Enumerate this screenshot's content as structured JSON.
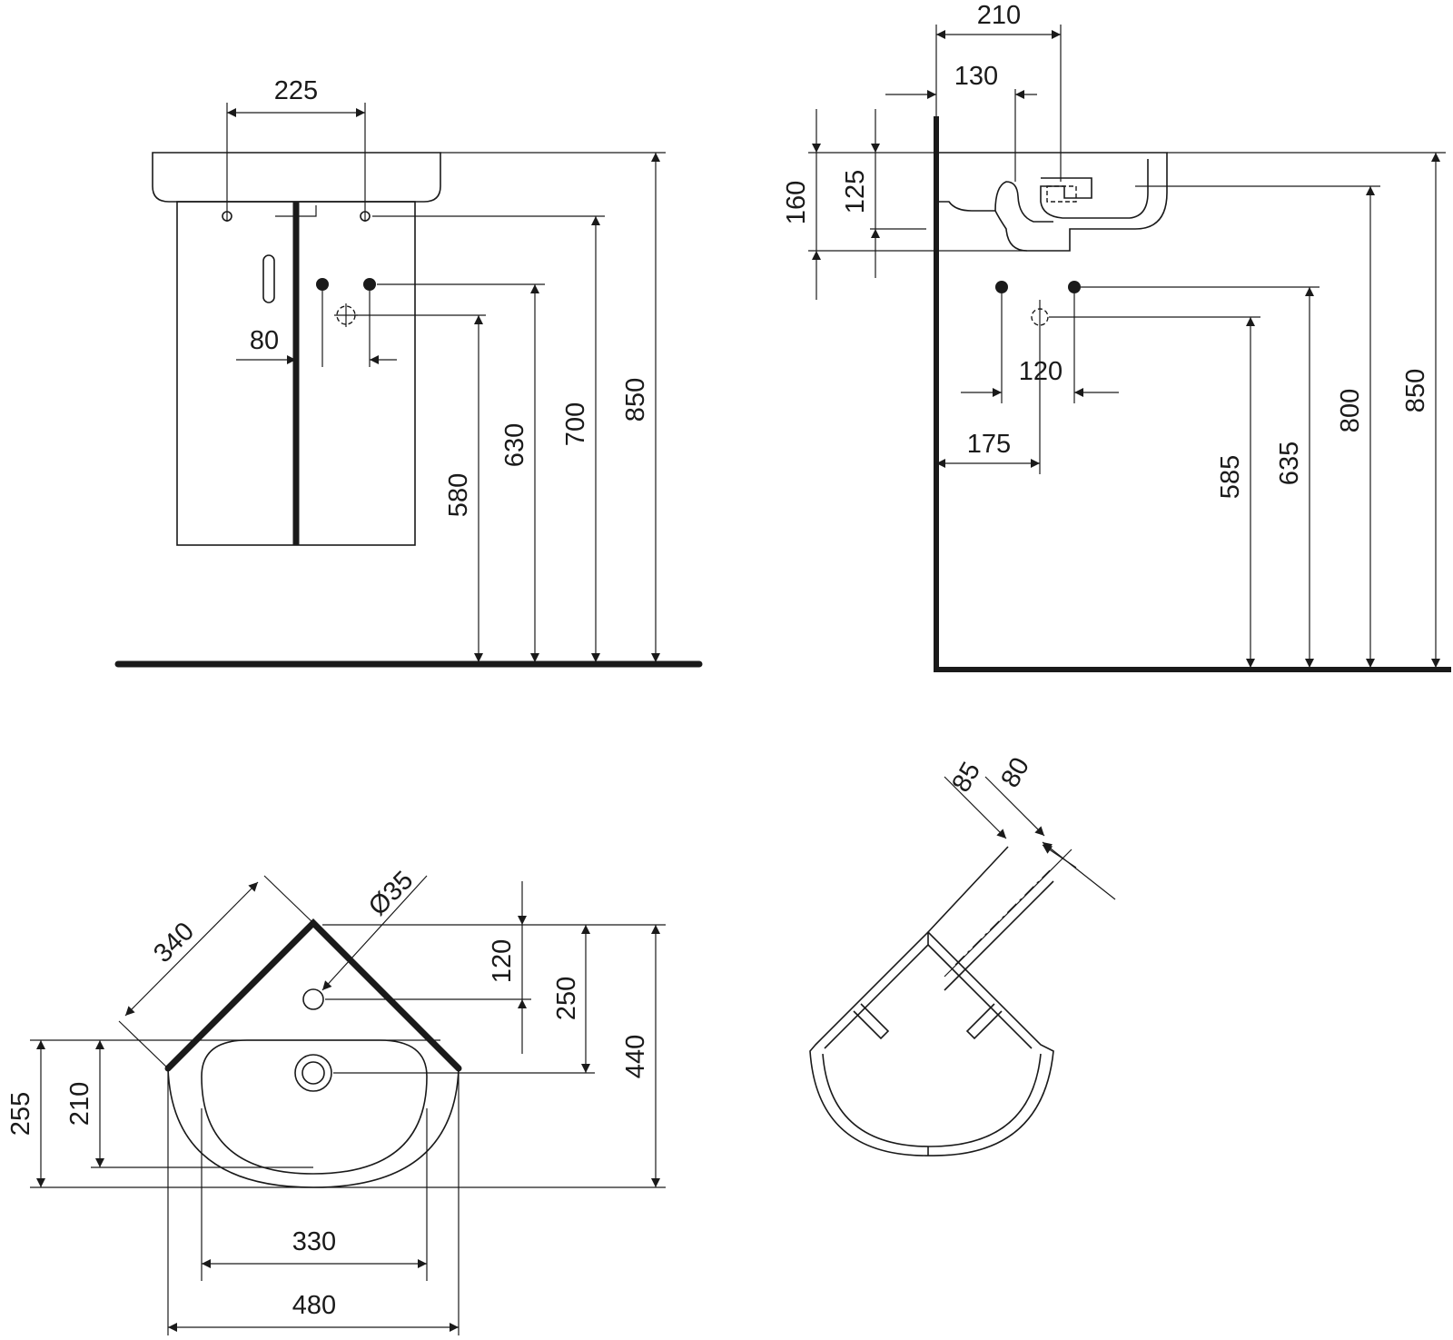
{
  "front_view": {
    "dim_tap_spacing": "225",
    "dim_waste_offset": "80",
    "dim_waste_height": "580",
    "dim_supply_height": "630",
    "dim_fixing_height": "700",
    "dim_basin_height": "850"
  },
  "side_view": {
    "dim_projection_total": "210",
    "dim_projection_trap": "130",
    "dim_basin_depth": "160",
    "dim_bowl_depth": "125",
    "dim_supply_spacing": "120",
    "dim_waste_wall": "175",
    "dim_waste_height": "585",
    "dim_supply_height": "635",
    "dim_bowl_height": "800",
    "dim_rim_height": "850"
  },
  "plan_view": {
    "dim_side_length": "340",
    "dim_tap_hole": "Ø35",
    "dim_tap_hole_offset": "120",
    "dim_waste_offset": "250",
    "dim_total_depth": "440",
    "dim_front_depth": "255",
    "dim_bowl_depth": "210",
    "dim_bowl_width": "330",
    "dim_overall_width": "480"
  },
  "cabinet_plan": {
    "dim_a": "85",
    "dim_b": "80"
  }
}
